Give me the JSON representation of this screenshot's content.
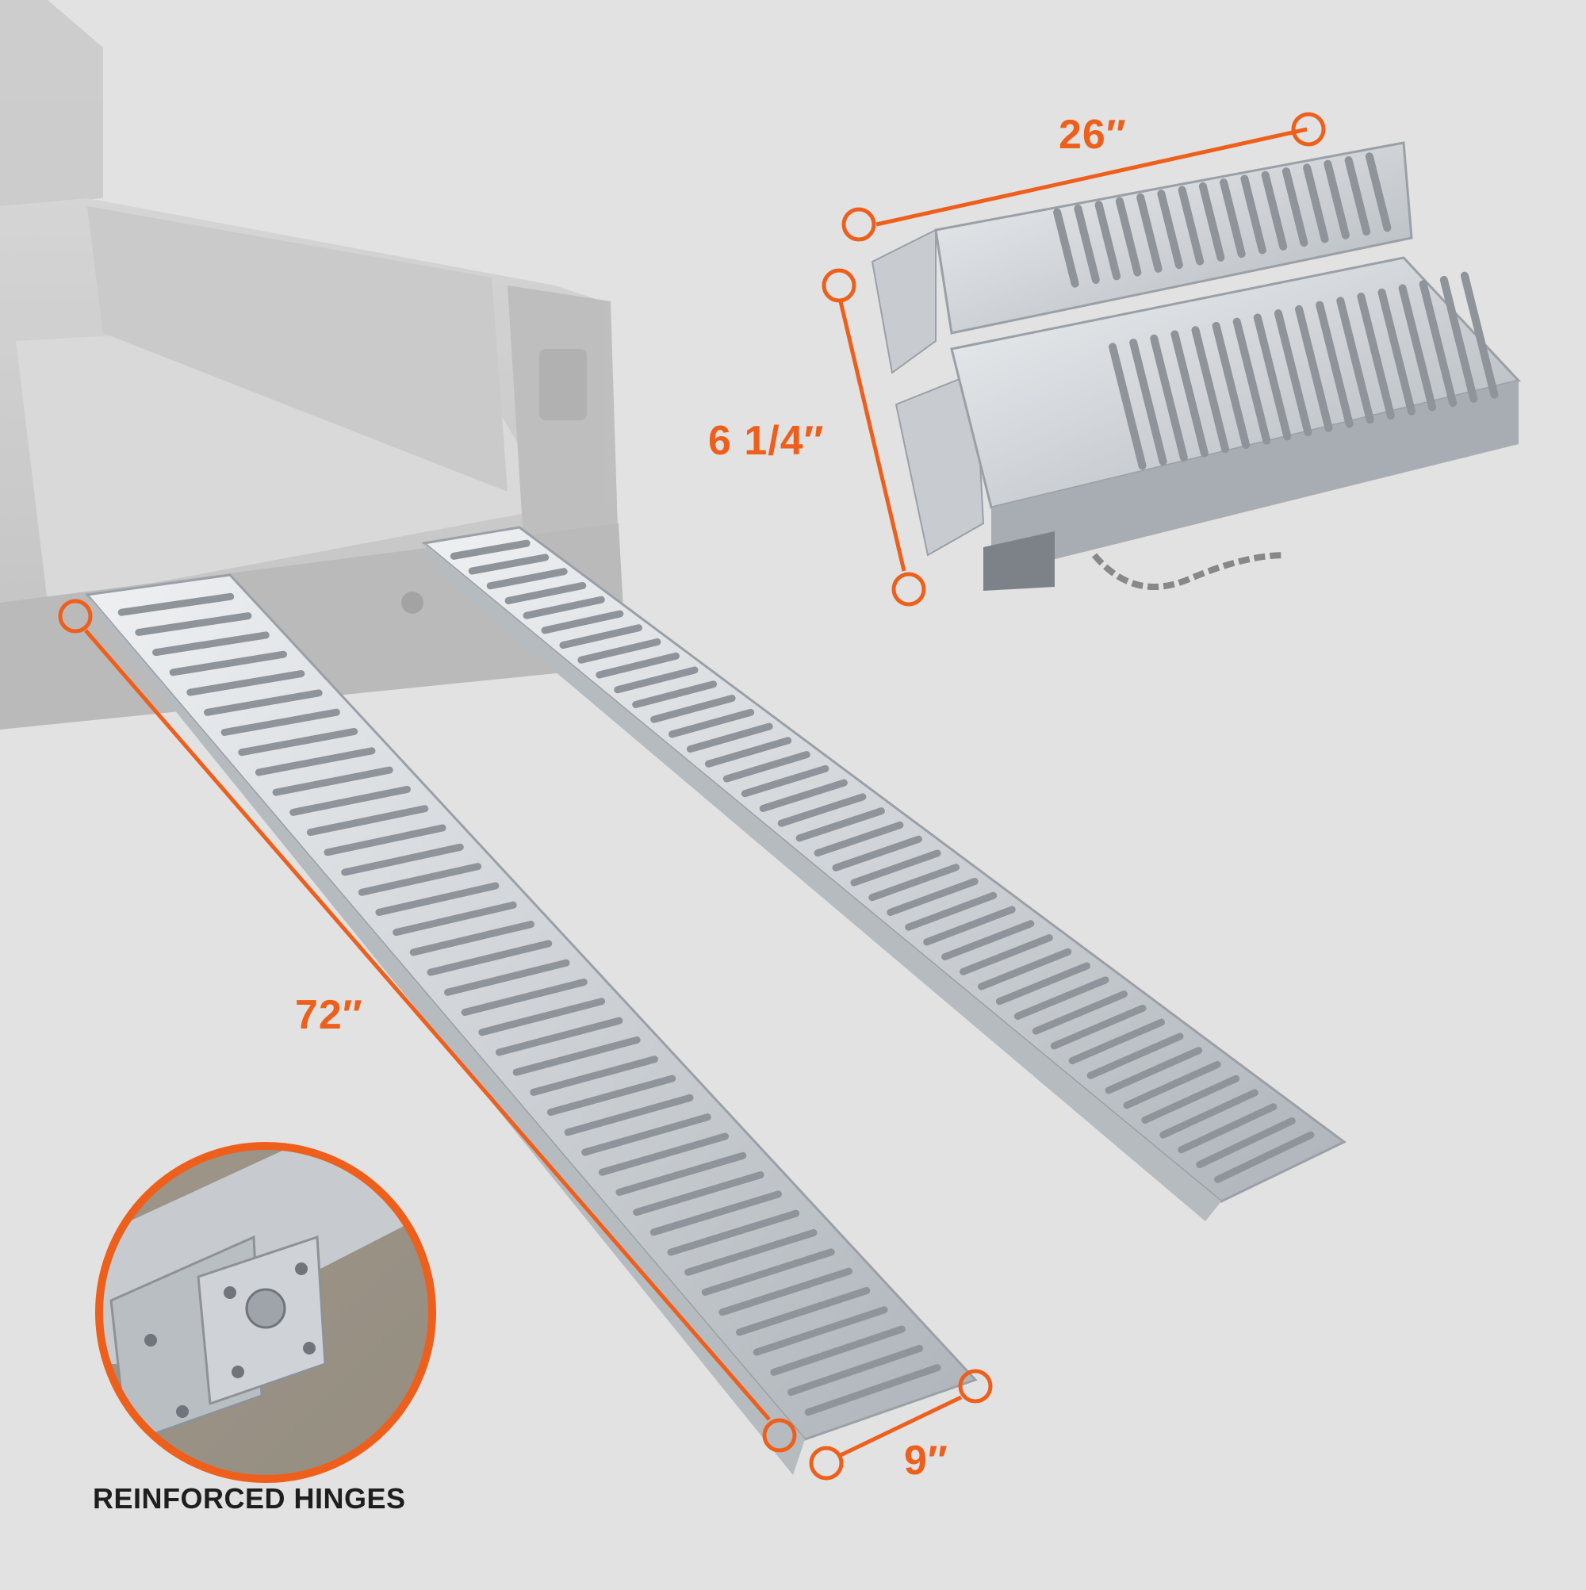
{
  "colors": {
    "background": "#e2e2e2",
    "accent": "#ef5f1c",
    "caption_text": "#1e1e1e",
    "metal": "#d4d8dc",
    "metal_dark": "#9aa0a6"
  },
  "dimensions": {
    "length": "72″",
    "width": "9″",
    "folded_width": "26″",
    "folded_height": "6 1/4″"
  },
  "inset": {
    "caption": "REINFORCED HINGES",
    "icon": "hinge-closeup"
  }
}
